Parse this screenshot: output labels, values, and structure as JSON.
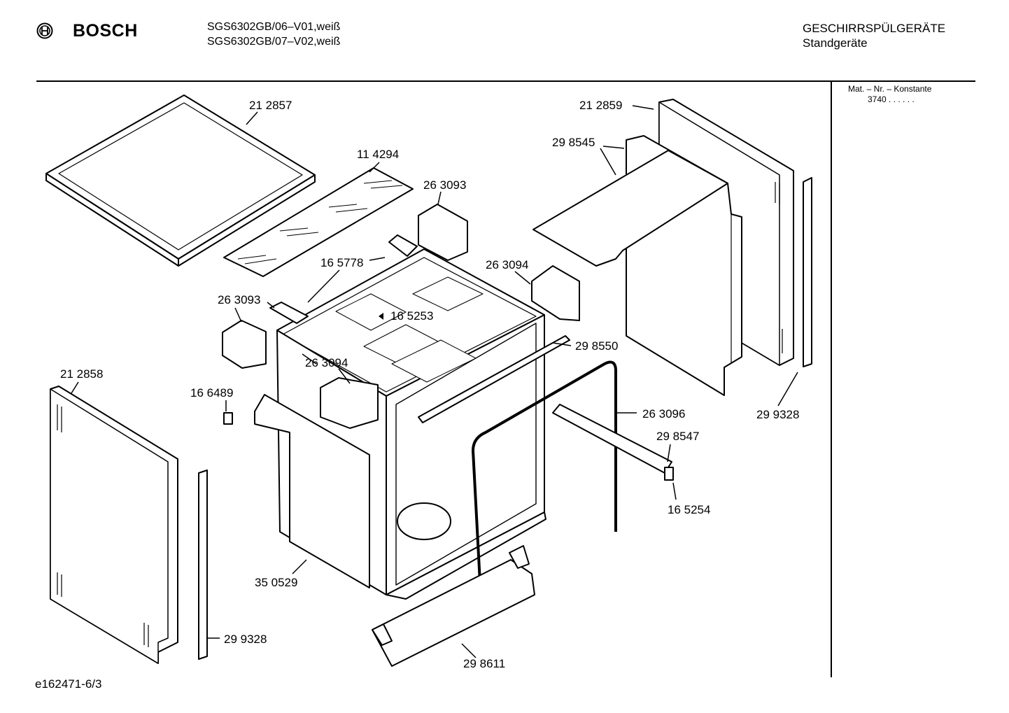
{
  "header": {
    "brand": "BOSCH",
    "model_lines": [
      "SGS6302GB/06–V01,weiß",
      "SGS6302GB/07–V02,weiß"
    ],
    "category": "GESCHIRRSPÜLGERÄTE",
    "subcategory": "Standgeräte"
  },
  "side_note": {
    "label": "Mat. – Nr. – Konstante",
    "value": "3740 .  .  .  .  .  ."
  },
  "parts": [
    "21 2857",
    "11 4294",
    "26 3093",
    "16 5778",
    "26 3094",
    "26 3093",
    "16 5253",
    "29 8550",
    "26 3094",
    "21 2858",
    "16 6489",
    "26 3096",
    "29 8547",
    "16 5254",
    "35 0529",
    "29 9328",
    "29 8611",
    "21 2859",
    "29 8545",
    "29 9328"
  ],
  "footer": {
    "reference": "e162471-6/3"
  }
}
